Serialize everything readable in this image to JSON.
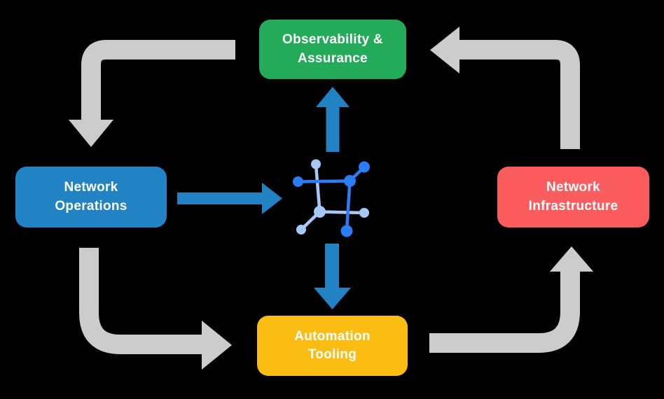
{
  "title": "Network automation lifecycle diagram",
  "colors": {
    "background": "#000000",
    "text": "#ffffff",
    "arrow_gray": "#cccccc",
    "flow_blue": "#2183c4",
    "node_green": "#23ab59",
    "node_blue": "#2183c4",
    "node_red": "#fb5d5f",
    "node_yellow": "#fcbd13",
    "icon_dark_blue": "#2a7df5",
    "icon_light_blue": "#a6c8f7"
  },
  "nodes": {
    "observability": {
      "label": "Observability &\nAssurance"
    },
    "operations": {
      "label": "Network\nOperations"
    },
    "infrastructure": {
      "label": "Network\nInfrastructure"
    },
    "automation": {
      "label": "Automation\nTooling"
    }
  },
  "center_icon": {
    "name": "network-fabric-icon"
  },
  "flows": [
    {
      "from": "Observability & Assurance",
      "to": "Network Operations",
      "style": "gray"
    },
    {
      "from": "Network Operations",
      "to": "Automation Tooling",
      "style": "gray"
    },
    {
      "from": "Automation Tooling",
      "to": "Network Infrastructure",
      "style": "gray"
    },
    {
      "from": "Network Infrastructure",
      "to": "Observability & Assurance",
      "style": "gray"
    },
    {
      "from": "Network Operations",
      "to": "network-fabric-icon",
      "style": "blue"
    },
    {
      "from": "network-fabric-icon",
      "to": "Observability & Assurance",
      "style": "blue"
    },
    {
      "from": "network-fabric-icon",
      "to": "Automation Tooling",
      "style": "blue"
    }
  ]
}
